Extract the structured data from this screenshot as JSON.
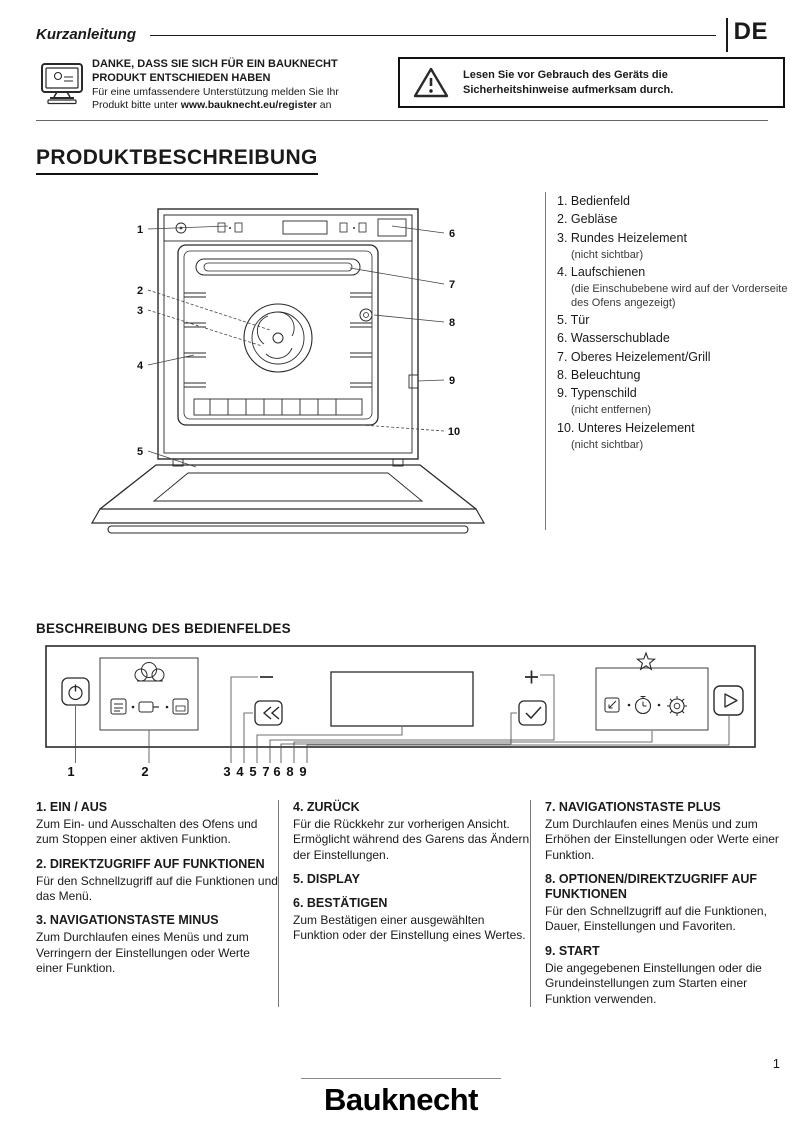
{
  "header": {
    "doc_type": "Kurzanleitung",
    "lang": "DE"
  },
  "intro": {
    "thanks_line1": "DANKE, DASS SIE SICH FÜR EIN BAUKNECHT",
    "thanks_line2": "PRODUKT ENTSCHIEDEN HABEN",
    "support_line1": "Für eine umfassendere Unterstützung melden Sie Ihr",
    "support_line2_prefix": "Produkt bitte unter ",
    "support_url": "www.bauknecht.eu/register",
    "support_suffix": " an",
    "warning_text": "Lesen Sie vor Gebrauch des Geräts die Sicherheitshinweise aufmerksam durch."
  },
  "product": {
    "title": "PRODUKTBESCHREIBUNG",
    "parts_lines": [
      {
        "t": "label",
        "text": "1. Bedienfeld"
      },
      {
        "t": "label",
        "text": "2. Gebläse"
      },
      {
        "t": "label",
        "text": "3. Rundes Heizelement"
      },
      {
        "t": "note",
        "text": "(nicht sichtbar)"
      },
      {
        "t": "label",
        "text": "4. Laufschienen"
      },
      {
        "t": "note",
        "text": "(die Einschubebene wird auf der Vorderseite des Ofens angezeigt)"
      },
      {
        "t": "label",
        "text": "5. Tür"
      },
      {
        "t": "label",
        "text": "6. Wasserschublade"
      },
      {
        "t": "label",
        "text": "7. Oberes Heizelement/Grill"
      },
      {
        "t": "label",
        "text": "8. Beleuchtung"
      },
      {
        "t": "label",
        "text": "9. Typenschild"
      },
      {
        "t": "note",
        "text": "(nicht entfernen)"
      },
      {
        "t": "label",
        "text": "10. Unteres Heizelement"
      },
      {
        "t": "note",
        "text": "(nicht sichtbar)"
      }
    ],
    "diagram_callouts": [
      "1",
      "2",
      "3",
      "4",
      "5",
      "6",
      "7",
      "8",
      "9",
      "10"
    ]
  },
  "panel": {
    "title": "BESCHREIBUNG DES BEDIENFELDES",
    "callouts": [
      "1",
      "2",
      "3",
      "4",
      "5",
      "7",
      "6",
      "8",
      "9"
    ]
  },
  "legend": {
    "col1": [
      {
        "title": "1. EIN / AUS",
        "body": "Zum Ein- und Ausschalten des Ofens und zum Stoppen einer aktiven Funktion."
      },
      {
        "title": "2. DIREKTZUGRIFF AUF FUNKTIONEN",
        "body": "Für den Schnellzugriff auf die Funktionen und das Menü."
      },
      {
        "title": "3. NAVIGATIONSTASTE MINUS",
        "body": "Zum Durchlaufen eines Menüs und zum Verringern der Einstellungen oder Werte einer Funktion."
      }
    ],
    "col2": [
      {
        "title": "4. ZURÜCK",
        "body": "Für die Rückkehr zur vorherigen Ansicht.\nErmöglicht während des Garens das Ändern der Einstellungen."
      },
      {
        "title": "5. DISPLAY",
        "body": ""
      },
      {
        "title": "6. BESTÄTIGEN",
        "body": "Zum Bestätigen einer ausgewählten Funktion oder der Einstellung eines Wertes."
      }
    ],
    "col3": [
      {
        "title": "7. NAVIGATIONSTASTE PLUS",
        "body": "Zum Durchlaufen eines Menüs und zum Erhöhen der Einstellungen oder Werte einer Funktion."
      },
      {
        "title": "8. OPTIONEN/DIREKTZUGRIFF AUF FUNKTIONEN",
        "body": "Für den Schnellzugriff auf die Funktionen, Dauer, Einstellungen und Favoriten."
      },
      {
        "title": "9. START",
        "body": "Die angegebenen Einstellungen oder die Grundeinstellungen zum Starten einer Funktion verwenden."
      }
    ]
  },
  "footer": {
    "page_number": "1",
    "brand": "Bauknecht"
  }
}
